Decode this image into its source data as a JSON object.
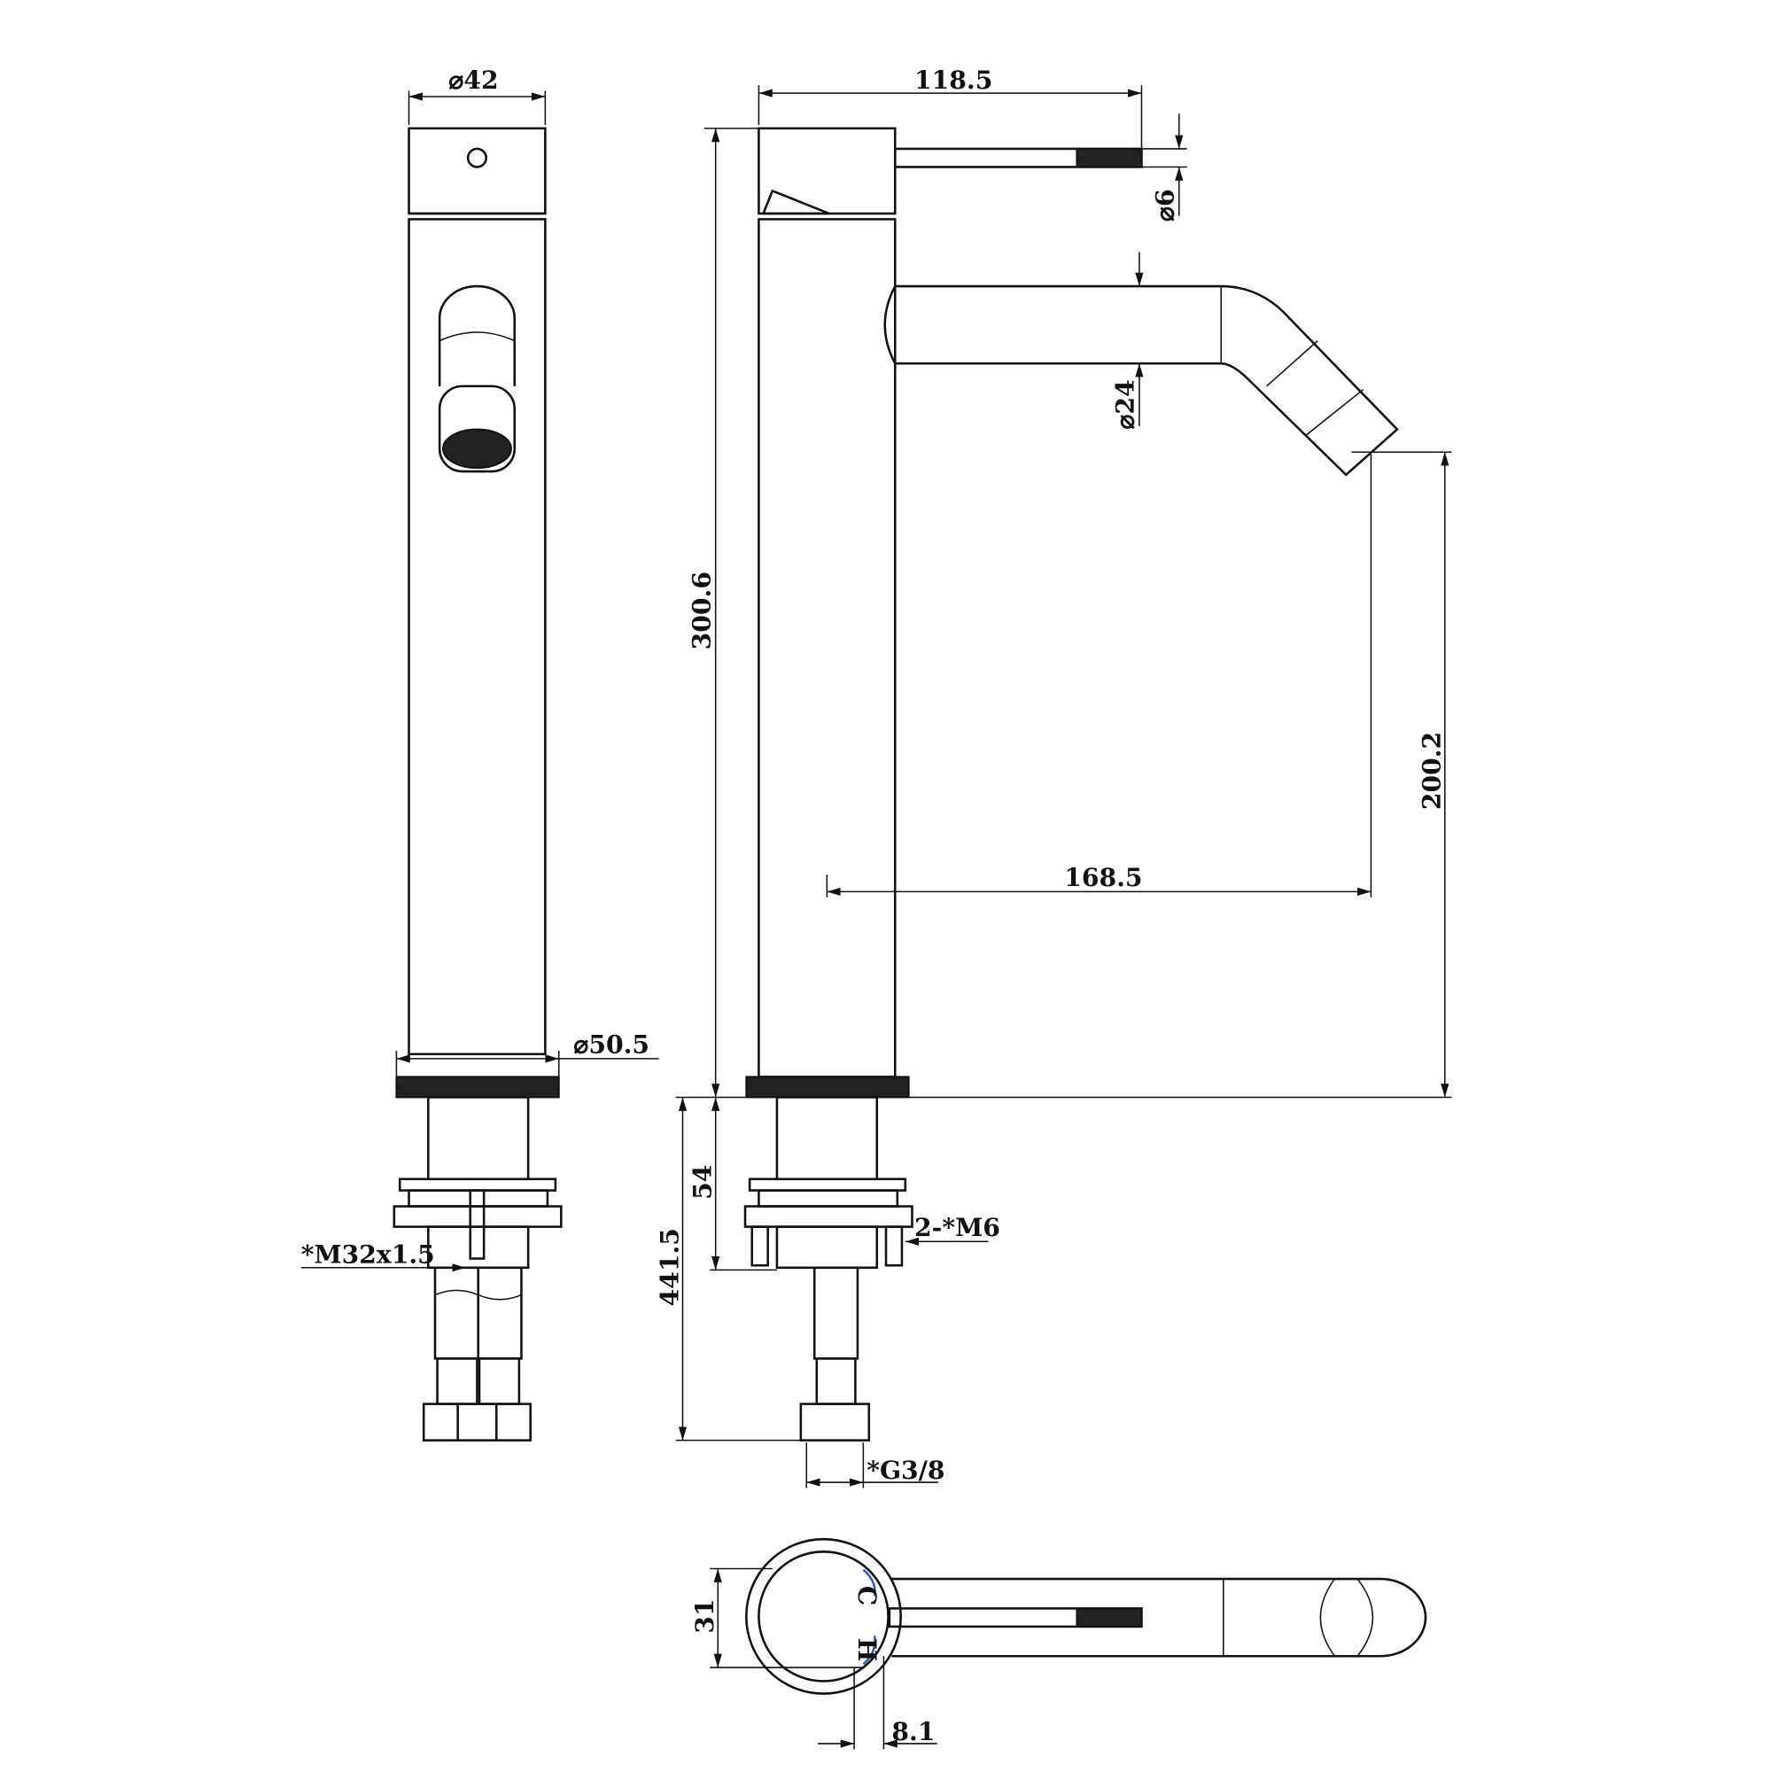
{
  "drawing": {
    "dimensions": {
      "top_diameter": "⌀42",
      "handle_reach": "118.5",
      "handle_diameter": "⌀6",
      "spout_diameter": "⌀24",
      "overall_height": "300.6",
      "spout_height": "200.2",
      "spout_reach": "168.5",
      "base_diameter": "⌀50.5",
      "mount_height": "54",
      "hose_length": "441.5",
      "screws": "2-*M6",
      "thread": "*M32x1.5",
      "connection": "*G3/8",
      "plan_width": "31",
      "plan_offset": "8.1"
    },
    "labels": {
      "cold": "C",
      "hot": "H"
    },
    "colors": {
      "line": "#111111",
      "indicator": "#2b5fb8"
    }
  }
}
